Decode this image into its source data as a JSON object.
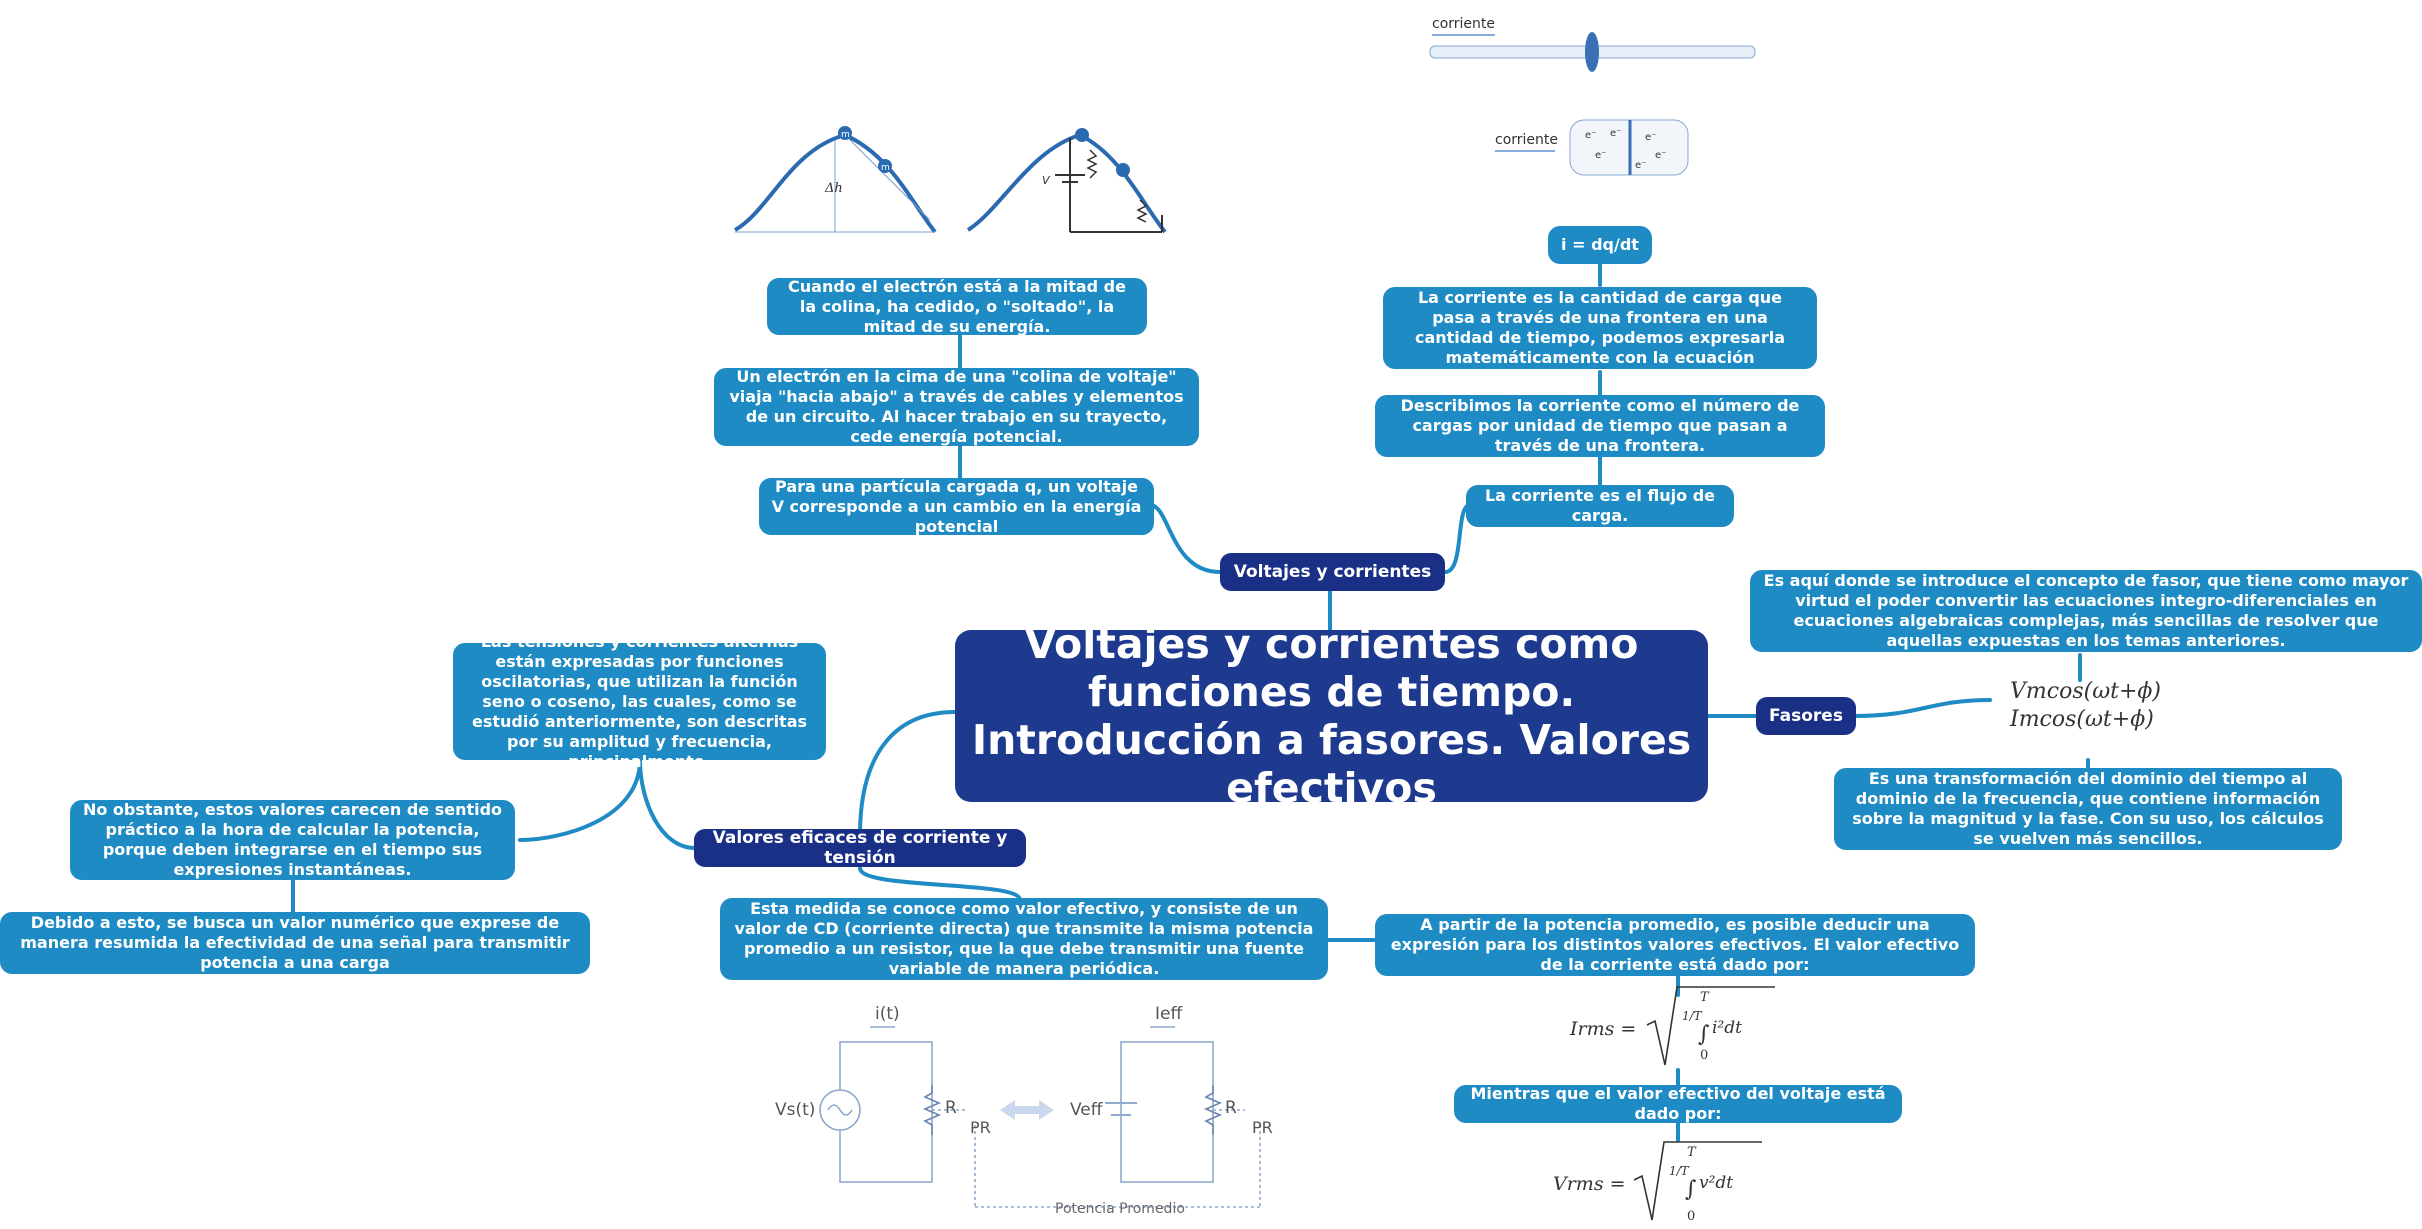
{
  "central": {
    "title": "Voltajes y corrientes como funciones de tiempo. Introducción a fasores. Valores efectivos"
  },
  "branches": {
    "voltajes_corrientes": {
      "label": "Voltajes y corrientes",
      "voltage_nodes": [
        "Cuando el electrón está a la mitad de la colina, ha cedido, o \"soltado\", la mitad de su energía.",
        "Un electrón en la cima de una \"colina de voltaje\" viaja \"hacia abajo\" a través de cables y elementos de un circuito. Al hacer trabajo en su trayecto, cede energía potencial.",
        "Para una partícula cargada q, un voltaje V corresponde a un cambio en la energía potencial"
      ],
      "current_nodes": [
        "i = dq/dt",
        "La corriente es la cantidad de carga que pasa a través de una frontera en una cantidad de tiempo, podemos expresarla matemáticamente con la ecuación",
        "Describimos la corriente como el número de cargas por unidad de tiempo que pasan a través de una frontera.",
        "La corriente es el flujo de carga."
      ],
      "image_labels": {
        "hill_left_delta": "Δh",
        "hill_mass": "m",
        "hill_right_v": "V",
        "wire_label_top": "corriente",
        "wire_label_bottom": "corriente",
        "electron": "e⁻"
      }
    },
    "fasores": {
      "label": "Fasores",
      "nodes": [
        "Es aquí donde se introduce el concepto de fasor, que tiene como mayor virtud el poder convertir las ecuaciones integro-diferenciales en ecuaciones algebraicas complejas, más sencillas de resolver que aquellas expuestas en los temas anteriores.",
        "Es una transformación del dominio del tiempo al dominio de la frecuencia, que contiene información sobre la magnitud y la fase. Con su uso, los cálculos se vuelven más sencillos."
      ],
      "formula_line1": "Vmcos(ωt+ϕ)",
      "formula_line2": "Imcos(ωt+ϕ)"
    },
    "valores_eficaces": {
      "label": "Valores eficaces de corriente y tensión",
      "nodes": [
        "Las tensiones y corrientes alternas están expresadas por funciones oscilatorias, que utilizan la función seno o coseno, las cuales, como se estudió anteriormente, son descritas por su amplitud y frecuencia, principalmente.",
        "No obstante, estos valores carecen de sentido práctico a la hora de calcular la potencia, porque deben integrarse en el tiempo sus expresiones instantáneas.",
        "Debido a esto, se busca un valor numérico que exprese de manera resumida la efectividad de una señal para transmitir potencia a una carga",
        "Esta medida se conoce como valor efectivo, y consiste de un valor de CD (corriente directa) que transmite la misma potencia promedio a un resistor, que la que debe transmitir una fuente variable de manera periódica.",
        "A partir de la potencia promedio, es posible deducir una expresión para los distintos valores efectivos. El valor efectivo de la corriente está dado por:",
        "Mientras que el valor efectivo del voltaje está dado por:"
      ],
      "irms_lhs": "Irms =",
      "vrms_lhs": "Vrms =",
      "irms_integrand": "i²dt",
      "vrms_integrand": "v²dt",
      "frac": "1/T",
      "upper": "T",
      "lower": "0",
      "circuit": {
        "it": "i(t)",
        "ieff": "Ieff",
        "vs": "Vs(t)",
        "veff": "Veff",
        "r1": "R",
        "r2": "R",
        "pr1": "PR",
        "pr2": "PR",
        "potencia": "Potencia Promedio"
      }
    }
  }
}
